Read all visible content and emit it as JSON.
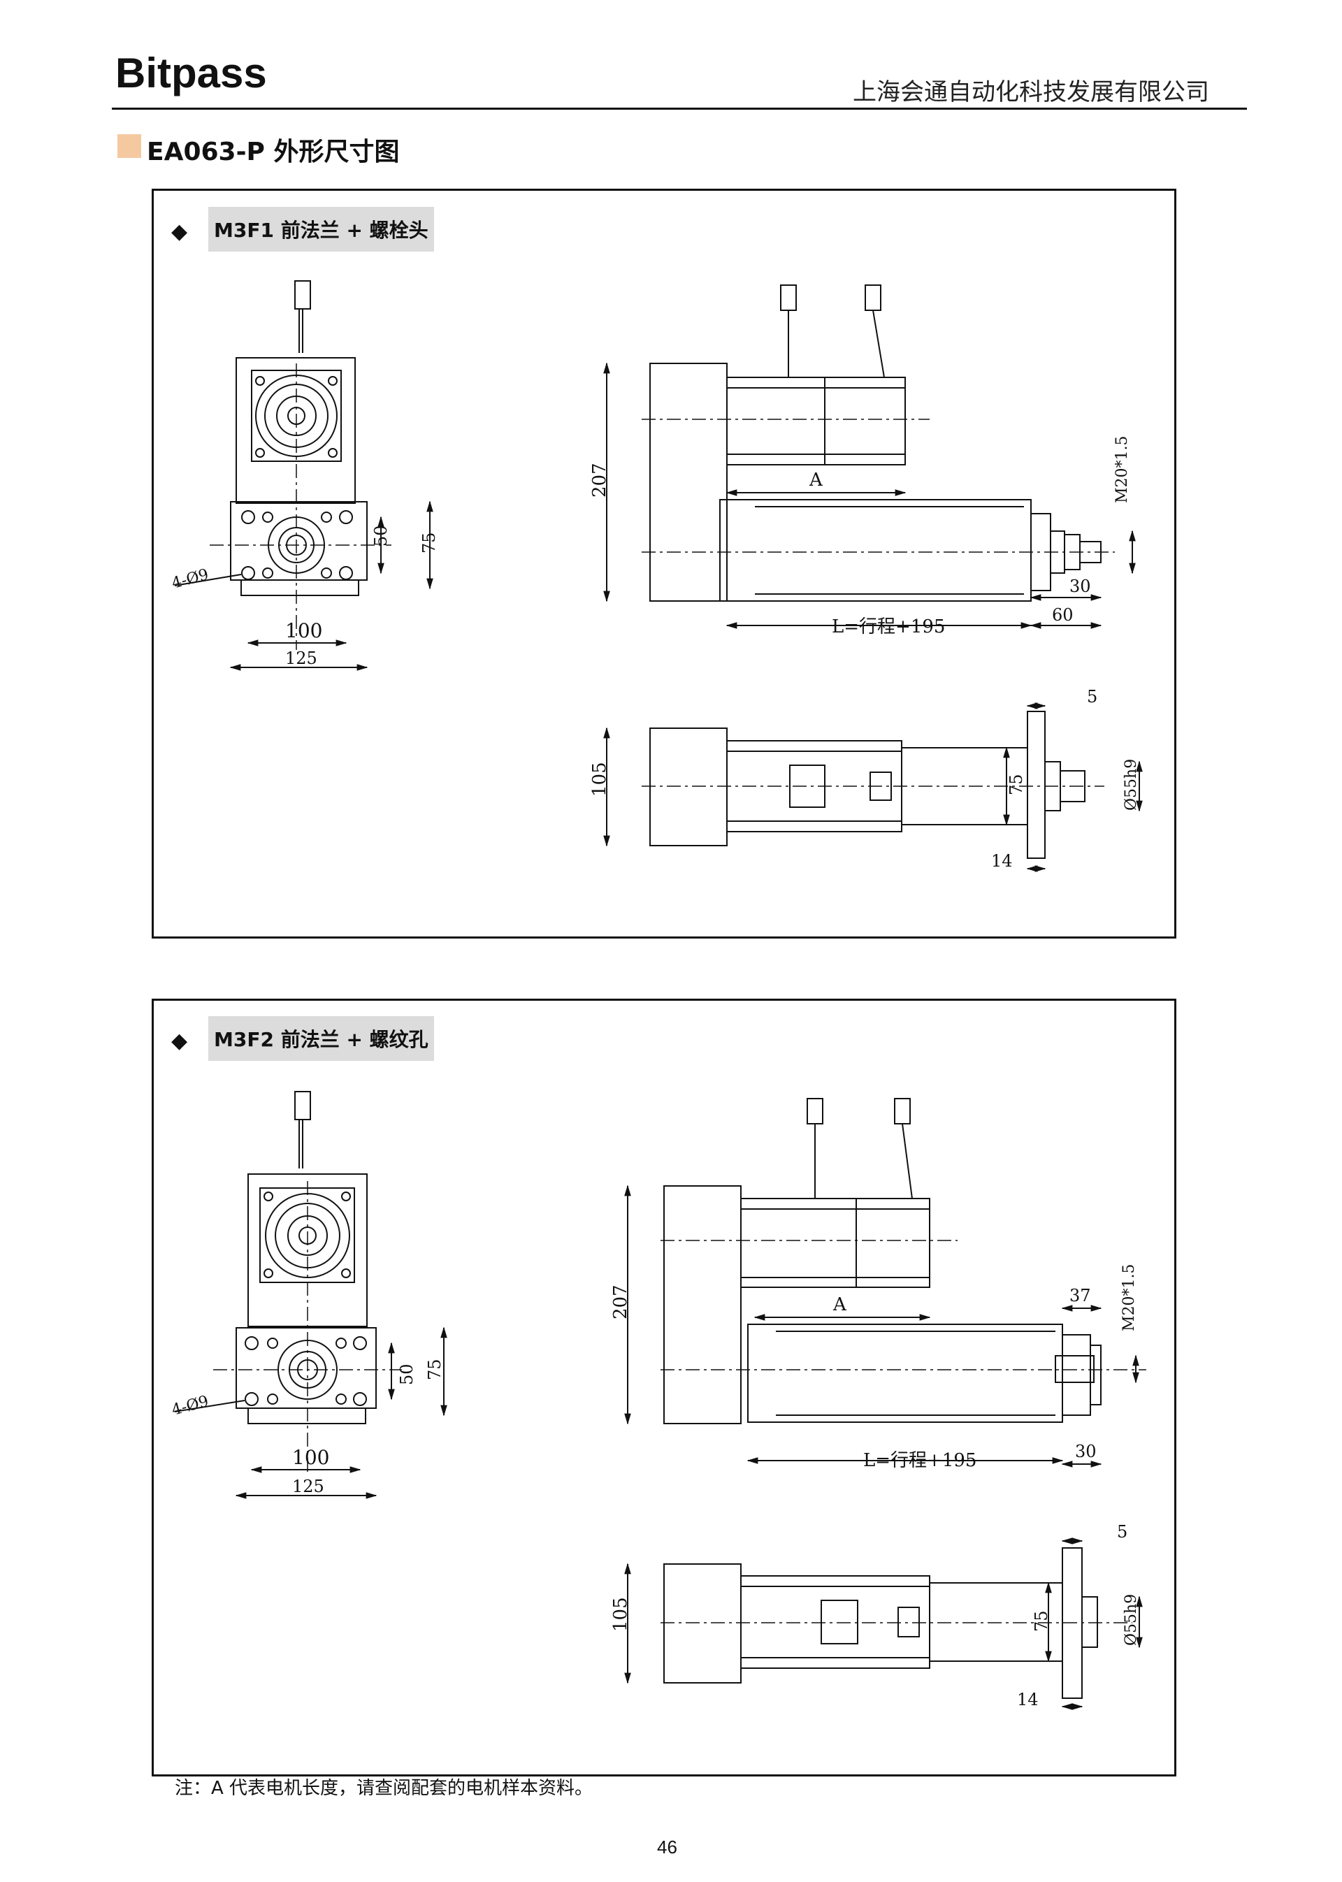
{
  "header": {
    "logo": "Bitpass",
    "company": "上海会通自动化科技发展有限公司",
    "page_title": "EA063-P 外形尺寸图"
  },
  "sections": [
    {
      "title": "M3F1 前法兰 + 螺栓头",
      "end_view": {
        "dim_50": "50",
        "dim_75": "75",
        "dim_100": "100",
        "dim_125": "125",
        "holes": "4-Ø9"
      },
      "side_view": {
        "dim_207": "207",
        "dim_a": "A",
        "thread": "M20*1.5",
        "dim_30": "30",
        "dim_60": "60",
        "length": "L=行程+195"
      },
      "top_view": {
        "dim_105": "105",
        "dim_75": "75",
        "dim_5": "5",
        "dim_14": "14",
        "shaft": "Ø55h9"
      }
    },
    {
      "title": "M3F2  前法兰 + 螺纹孔",
      "end_view": {
        "dim_50": "50",
        "dim_75": "75",
        "dim_100": "100",
        "dim_125": "125",
        "holes": "4-Ø9"
      },
      "side_view": {
        "dim_207": "207",
        "dim_a": "A",
        "thread": "M20*1.5",
        "dim_37": "37",
        "dim_30": "30",
        "length": "L=行程+195"
      },
      "top_view": {
        "dim_105": "105",
        "dim_75": "75",
        "dim_5": "5",
        "dim_14": "14",
        "shaft": "Ø55h9"
      }
    }
  ],
  "note": "注：A 代表电机长度，请查阅配套的电机样本资料。",
  "page_number": "46"
}
